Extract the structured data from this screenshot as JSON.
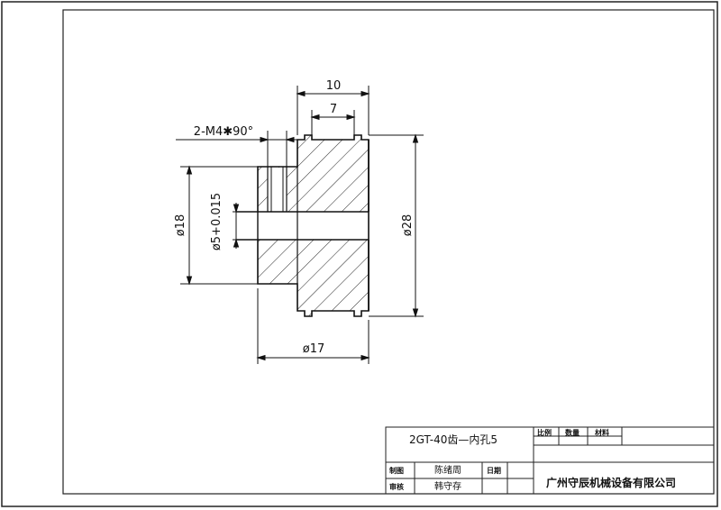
{
  "dimensions": {
    "width_10": "10",
    "width_7": "7",
    "thread_note": "2-M4✱90°",
    "dia_18": "ø18",
    "bore": "ø5+0.015",
    "dia_28": "ø28",
    "dia_17": "ø17"
  },
  "title_block": {
    "part_name": "2GT-40齿—内孔5",
    "scale_label": "比例",
    "quantity_label": "数量",
    "material_label": "材料",
    "drawn_label": "制图",
    "drawn_by": "陈绪周",
    "date_label": "日期",
    "review_label": "审核",
    "reviewed_by": "韩守存",
    "company": "广州守辰机械设备有限公司"
  }
}
